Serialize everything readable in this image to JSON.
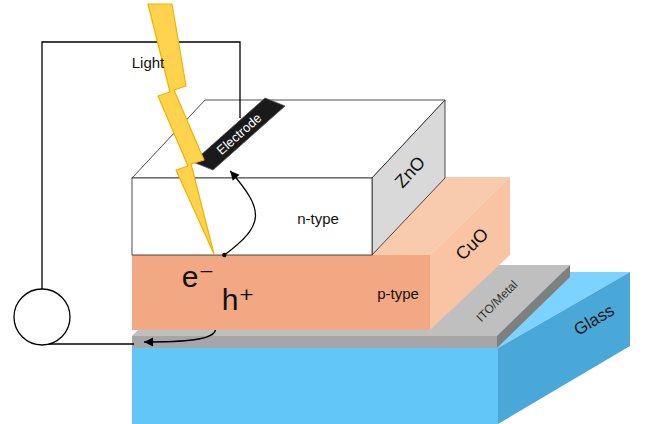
{
  "diagram": {
    "nodes": [
      {
        "text": [
          "Light"
        ]
      },
      {
        "text": [
          "Electrode"
        ]
      },
      {
        "text": [
          "ZnO",
          "n-type"
        ]
      },
      {
        "text": [
          "e⁻",
          "h⁺",
          "CuO",
          "p-type"
        ]
      },
      {
        "text": [
          "ITO/Metal"
        ]
      },
      {
        "text": [
          "Glass"
        ]
      }
    ],
    "edges": [
      {
        "from": 3,
        "to": 1,
        "arrow": "to"
      },
      {
        "from": 3,
        "to": 4,
        "arrow": "to"
      }
    ]
  }
}
